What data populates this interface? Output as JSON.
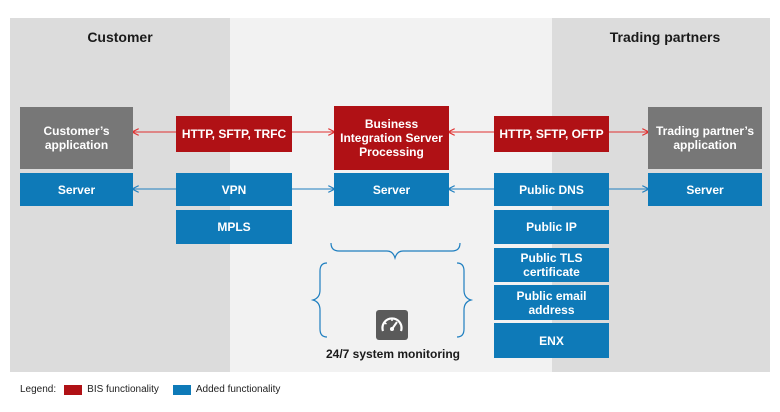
{
  "panels": {
    "customer": {
      "title": "Customer"
    },
    "partners": {
      "title": "Trading partners"
    }
  },
  "boxes": {
    "customer_app": "Customer’s application",
    "customer_server": "Server",
    "http_left": "HTTP, SFTP, TRFC",
    "vpn": "VPN",
    "mpls": "MPLS",
    "bis_processing": "Business Integration Server Processing",
    "center_server": "Server",
    "http_right": "HTTP, SFTP, OFTP",
    "public_dns": "Public DNS",
    "public_ip": "Public IP",
    "public_tls": "Public TLS certificate",
    "public_email": "Public email address",
    "enx": "ENX",
    "partner_app": "Trading partner’s application",
    "partner_server": "Server"
  },
  "monitoring": {
    "label": "24/7 system monitoring",
    "icon": "gauge-icon"
  },
  "legend": {
    "label": "Legend:",
    "items": [
      {
        "label": "BIS functionality",
        "color": "#b01115"
      },
      {
        "label": "Added functionality",
        "color": "#0e7ab8"
      }
    ]
  },
  "colors": {
    "bis": "#b01115",
    "added": "#0e7ab8",
    "gray_box": "#777777",
    "side_panel": "#dcdcdc",
    "center_panel": "#f2f2f2"
  }
}
